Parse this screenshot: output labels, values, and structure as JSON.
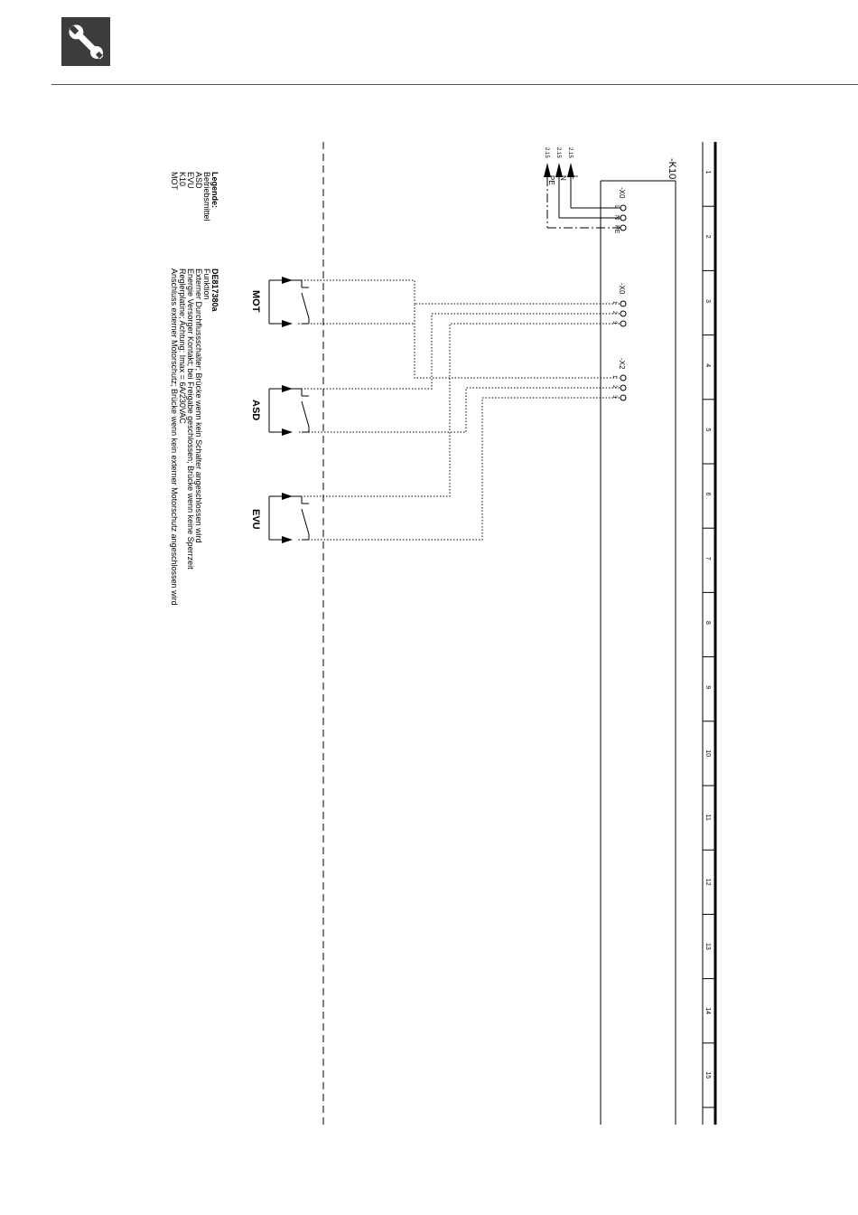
{
  "header": {
    "icon": "wrench-icon"
  },
  "device": {
    "label": "-K10"
  },
  "supply_refs": [
    "2.15",
    "2.15",
    "2.15"
  ],
  "supply_labels": [
    "L",
    "N",
    "PE"
  ],
  "x0_top": {
    "label": "-X0",
    "pins": [
      "L",
      "N",
      "PE"
    ]
  },
  "x0_mid": {
    "label": "-X0",
    "pins": [
      "1",
      "2",
      "3"
    ]
  },
  "x2": {
    "label": "-X2",
    "pins": [
      "1",
      "2",
      "3"
    ]
  },
  "switches": [
    "MOT",
    "ASD",
    "EVU"
  ],
  "columns": [
    "1",
    "2",
    "3",
    "4",
    "5",
    "6",
    "7",
    "8",
    "9",
    "10",
    "11",
    "12",
    "13",
    "14",
    "15"
  ],
  "legend": {
    "title": "Legende:",
    "col1_header": "Betriebsmittel",
    "col2_header": "Funktion",
    "code": "DE817380a",
    "rows": [
      {
        "item": "ASD",
        "function": "Externer Durchflussschalter; Brücke wenn kein Schalter angeschlossen wird"
      },
      {
        "item": "EVU",
        "function": "Energie Versorger Kontakt; bei Freigabe geschlossen; Brücke wenn keine Sperrzeit"
      },
      {
        "item": "K10",
        "function": "Reglerplatine; Achtung: Imax = 6A/230VAC"
      },
      {
        "item": "MOT",
        "function": "Anschluss externer Motorschutz; Brücke wenn kein externer Motorschutz angeschlossen wird"
      }
    ]
  }
}
